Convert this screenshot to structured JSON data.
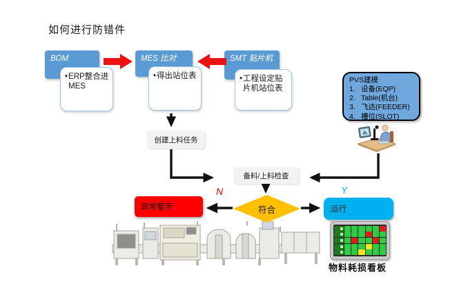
{
  "title": "如何进行防错件",
  "flow": {
    "bullet": "•",
    "bom": {
      "label": "BOM",
      "note": "ERP整合进MES"
    },
    "mes": {
      "label": "MES  比对",
      "note": "得出站位表"
    },
    "smt": {
      "label": "SMT 贴片机",
      "note": "工程设定贴片机站位表"
    }
  },
  "pvs": {
    "title": "PVS建模",
    "items": [
      {
        "num": "1.",
        "text": "设备(EQP)"
      },
      {
        "num": "2.",
        "text": "Table(机台)"
      },
      {
        "num": "3.",
        "text": "飞达(FEEDER)"
      },
      {
        "num": "4.",
        "text": "槽位(SLOT)"
      }
    ]
  },
  "steps": {
    "create_task": "创建上料任务",
    "check": "备料/上料检查"
  },
  "decision": {
    "label": "符合",
    "no": "N",
    "yes": "Y"
  },
  "outcomes": {
    "alarm": "异常警示",
    "run": "运行"
  },
  "board": {
    "label": "物料耗损看板",
    "rows": [
      "HGGGGGR",
      "HGGGRGG",
      "HGRGGRG",
      "HGGGYGG",
      "HGGYGGG"
    ],
    "cell_colors": {
      "H": "#1f7a1f",
      "G": "#2ecc40",
      "R": "#e41b17",
      "Y": "#ffe800"
    }
  },
  "icons": {
    "operator": "operator-at-laptop-clipart",
    "smt_line": "smt-production-line-illustration"
  },
  "colors": {
    "process_blue": "#5b9bd5",
    "note_border_blue": "#9dc3e6",
    "pvs_blue": "#6fa8dc",
    "red_arrow": "#ee1111",
    "diamond_gold": "#ffc000",
    "alarm_red": "#fe0000",
    "run_cyan": "#00b0f0",
    "no_label_red": "#ff0000",
    "yes_label_cyan": "#00b0f0"
  }
}
